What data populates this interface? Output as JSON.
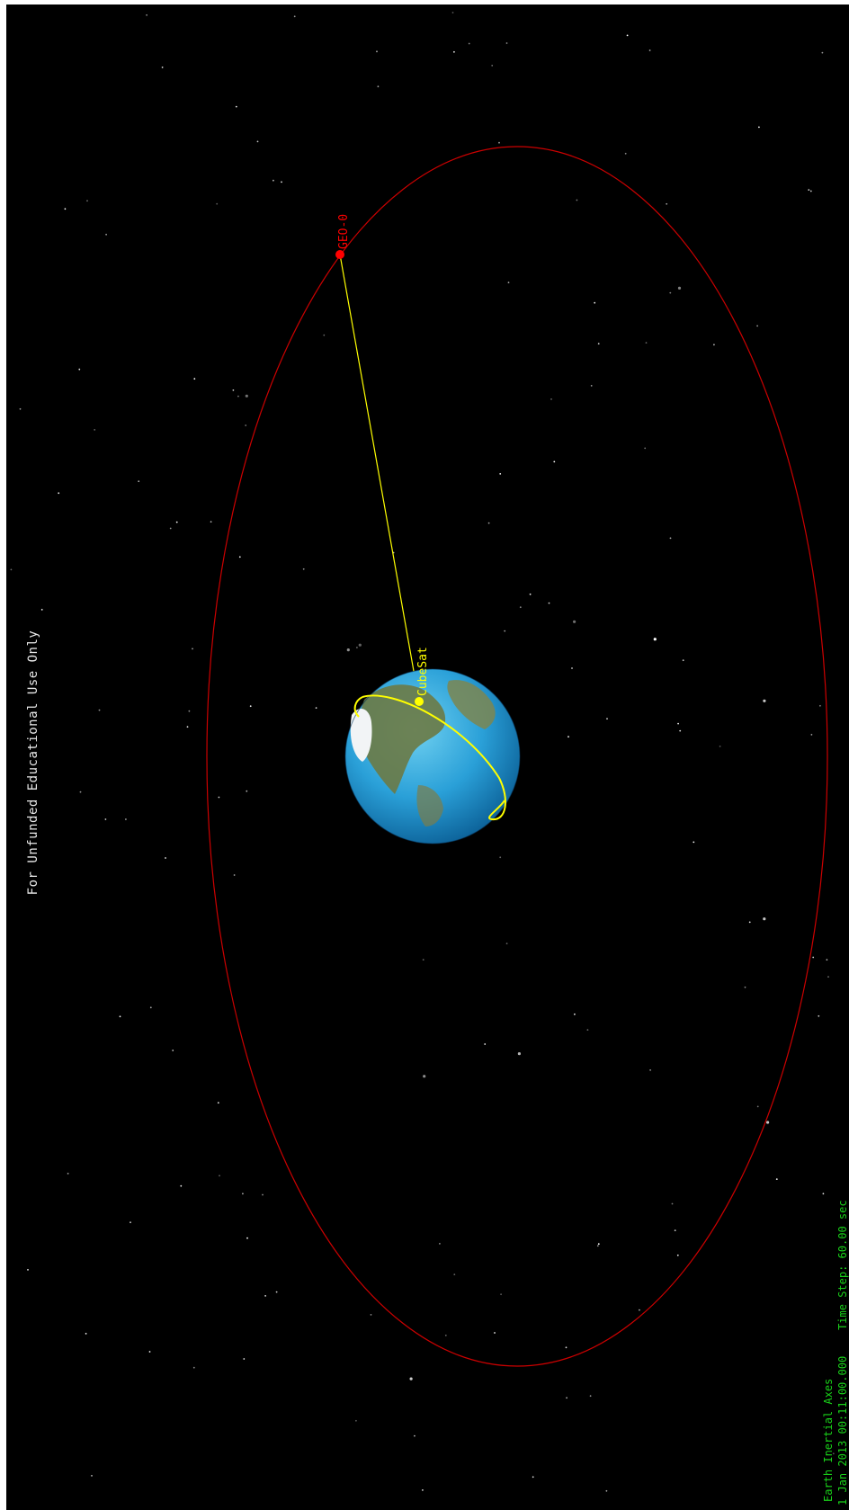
{
  "window": {
    "watermark": "For Unfunded Educational Use Only"
  },
  "status": {
    "reference_frame": "Earth Inertial Axes",
    "epoch_time": "1 Jan 2013 00:11:00.000",
    "time_step": "Time Step: 60.00 sec"
  },
  "objects": {
    "geo": {
      "label": "GEO-0",
      "color": "#ff0000"
    },
    "cubesat": {
      "label": "CubeSat",
      "color": "#ffff00"
    },
    "earth": {
      "icon": "earth-globe-icon"
    }
  },
  "colors": {
    "background": "#000000",
    "geo_orbit": "#cc0000",
    "leo_orbit": "#ffff00",
    "access_line": "#ffff00",
    "status_text": "#19d119",
    "watermark_text": "#e8e8e8"
  }
}
